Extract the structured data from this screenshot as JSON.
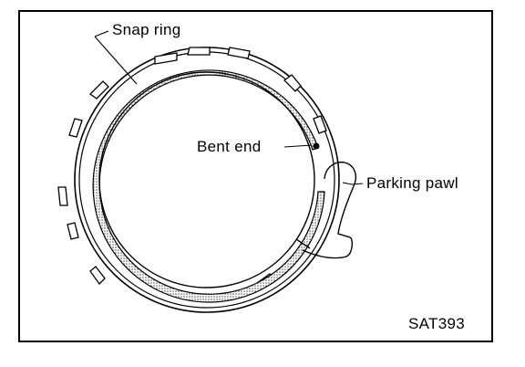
{
  "labels": {
    "snap_ring": "Snap ring",
    "bent_end": "Bent end",
    "parking_pawl": "Parking pawl",
    "figure_code": "SAT393"
  },
  "colors": {
    "line": "#000000",
    "background": "#ffffff",
    "hatch": "#555555"
  }
}
